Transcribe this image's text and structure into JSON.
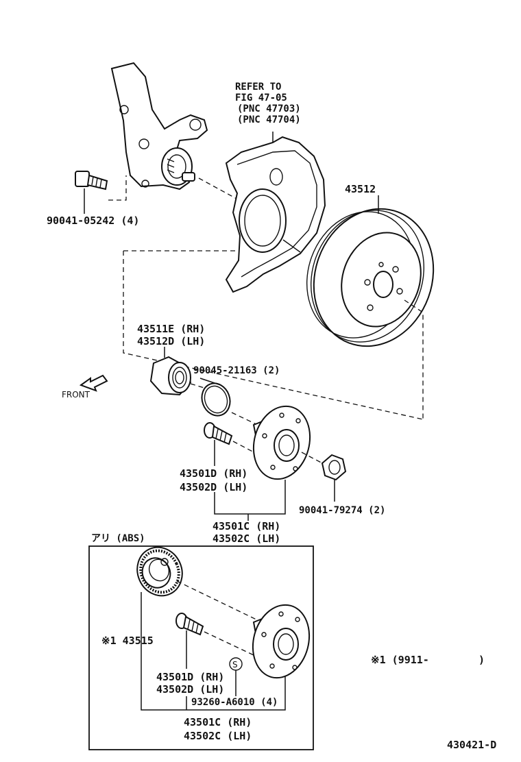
{
  "labels": {
    "refer_to": "REFER TO",
    "fig_ref": "FIG 47-05",
    "pnc_1": "(PNC 47703)",
    "pnc_2": "(PNC 47704)",
    "rotor": "43512",
    "knuckle_bolt": "90041-05242 (4)",
    "bearing_rh": "43511E (RH)",
    "bearing_lh": "43512D (LH)",
    "snap_ring": "90045-21163 (2)",
    "front": "FRONT",
    "hub_bolt_rh": "43501D (RH)",
    "hub_bolt_lh": "43502D (LH)",
    "hub_nut": "90041-79274 (2)",
    "hub_rh": "43501C (RH)",
    "hub_lh": "43502C (LH)",
    "abs_title": "アリ (ABS)",
    "abs_rotor": "※1 43515",
    "abs_hub_bolt_rh": "43501D (RH)",
    "abs_hub_bolt_lh": "43502D (LH)",
    "abs_clip": "93260-A6010 (4)",
    "abs_hub_rh": "43501C (RH)",
    "abs_hub_lh": "43502C (LH)",
    "abs_marker": "S",
    "footnote": "※1 (9911-        )",
    "diagram_code": "430421-D"
  }
}
